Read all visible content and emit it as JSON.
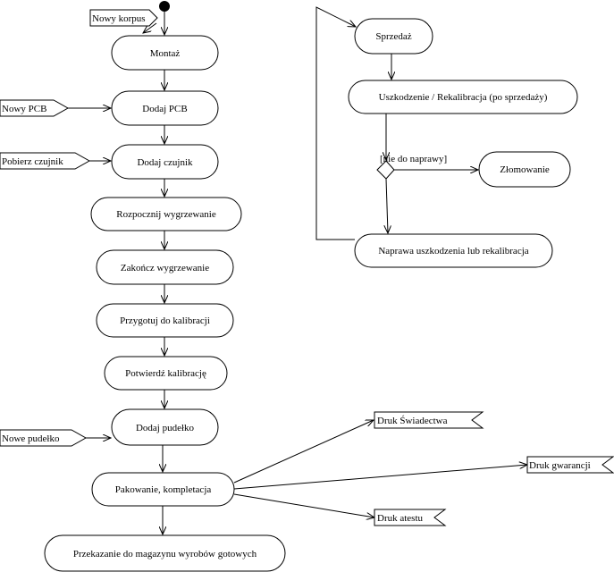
{
  "diagram": {
    "actions": {
      "montaz": "Montaż",
      "dodaj_pcb": "Dodaj PCB",
      "dodaj_czujnik": "Dodaj czujnik",
      "rozpocznij": "Rozpocznij wygrzewanie",
      "zakoncz": "Zakończ wygrzewanie",
      "przygotuj": "Przygotuj do kalibracji",
      "potwierdz": "Potwierdź kalibrację",
      "dodaj_pudelko": "Dodaj pudełko",
      "pakowanie": "Pakowanie, kompletacja",
      "przekazanie": "Przekazanie do magazynu wyrobów gotowych",
      "sprzedaz": "Sprzedaż",
      "uszkodzenie": "Uszkodzenie  / Rekalibracja (po sprzedaży)",
      "zlomowanie": "Złomowanie",
      "naprawa": "Naprawa uszkodzenia lub rekalibracja"
    },
    "inputs": {
      "nowy_korpus": "Nowy korpus",
      "nowy_pcb": "Nowy PCB",
      "pobierz_czujnik": "Pobierz czujnik",
      "nowe_pudelko": "Nowe pudełko"
    },
    "outputs": {
      "druk_swiadectwa": "Druk Świadectwa",
      "druk_gwarancji": "Druk gwarancji",
      "druk_atestu": "Druk atestu"
    },
    "guards": {
      "nie_do_naprawy": "[nie do naprawy]"
    }
  }
}
